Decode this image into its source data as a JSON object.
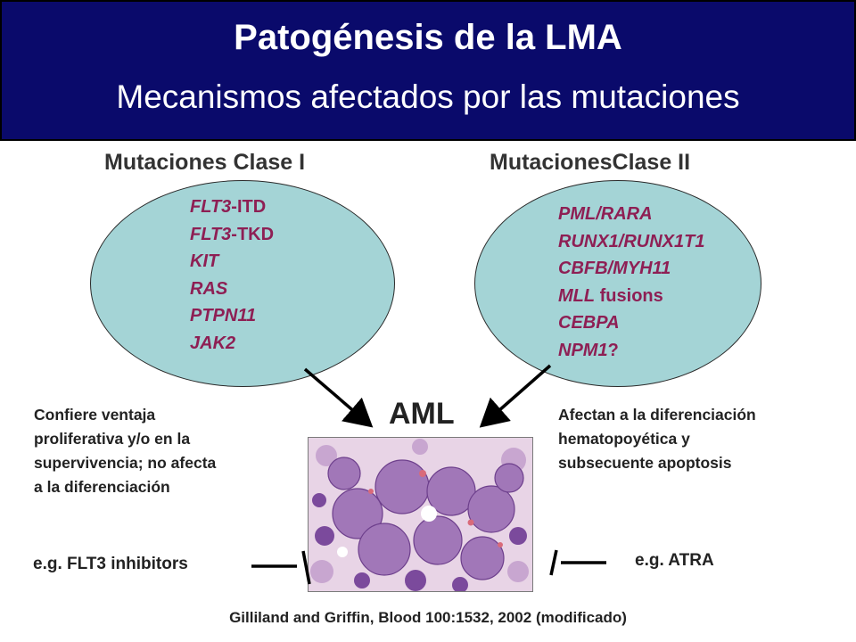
{
  "header": {
    "title": "Patogénesis de la LMA",
    "subtitle": "Mecanismos afectados por las mutaciones"
  },
  "class_one": {
    "heading": "Mutaciones Clase I",
    "mutations": [
      {
        "italic": "FLT3",
        "plain": "-ITD"
      },
      {
        "italic": "FLT3",
        "plain": "-TKD"
      },
      {
        "italic": "KIT",
        "plain": ""
      },
      {
        "italic": "RAS",
        "plain": ""
      },
      {
        "italic": "PTPN11",
        "plain": ""
      },
      {
        "italic": "JAK2",
        "plain": ""
      }
    ],
    "description": [
      "Confiere ventaja",
      "proliferativa y/o en la",
      "supervivencia; no afecta",
      "a la diferenciación"
    ],
    "therapy": "e.g. FLT3 inhibitors"
  },
  "class_two": {
    "heading": "MutacionesClase II",
    "mutations": [
      {
        "italic": "PML/RARA",
        "plain": ""
      },
      {
        "italic": "RUNX1/RUNX1T1",
        "plain": ""
      },
      {
        "italic": "CBFB/MYH11",
        "plain": ""
      },
      {
        "italic": "MLL",
        "plain": " fusions"
      },
      {
        "italic": "CEBPA",
        "plain": ""
      },
      {
        "italic": "NPM1",
        "plain": "?"
      }
    ],
    "description": [
      "Afectan a la diferenciación",
      "hematopoyética y",
      "subsecuente apoptosis"
    ],
    "therapy": "e.g. ATRA"
  },
  "center": {
    "label": "AML"
  },
  "citation": "Gilliland and Griffin, Blood 100:1532, 2002 (modificado)",
  "colors": {
    "header_bg": "#0a0a6b",
    "ellipse_fill": "#a4d4d6",
    "mutation_text": "#8e1f54"
  }
}
